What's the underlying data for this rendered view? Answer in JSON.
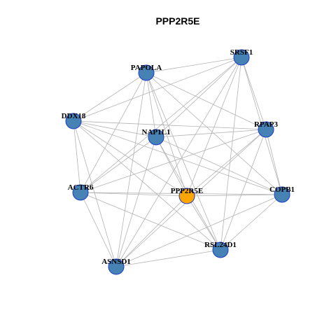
{
  "title": "PPP2R5E",
  "colors": {
    "node": "#4682b4",
    "hub": "#ffa500",
    "node_border": "#1a3ccc",
    "edge": "#b3b3b3"
  },
  "nodes": [
    {
      "id": "PPP2R5E",
      "hub": true
    },
    {
      "id": "SRSF1"
    },
    {
      "id": "PAPOLA"
    },
    {
      "id": "DDX18"
    },
    {
      "id": "NAP1L1"
    },
    {
      "id": "RPAP3"
    },
    {
      "id": "ACTR6"
    },
    {
      "id": "COPB1"
    },
    {
      "id": "RSL24D1"
    },
    {
      "id": "ASNSD1"
    }
  ],
  "edges": [
    [
      "PAPOLA",
      "SRSF1"
    ],
    [
      "PAPOLA",
      "DDX18"
    ],
    [
      "PAPOLA",
      "NAP1L1"
    ],
    [
      "PAPOLA",
      "RPAP3"
    ],
    [
      "PAPOLA",
      "ACTR6"
    ],
    [
      "PAPOLA",
      "PPP2R5E"
    ],
    [
      "PAPOLA",
      "COPB1"
    ],
    [
      "PAPOLA",
      "RSL24D1"
    ],
    [
      "PAPOLA",
      "ASNSD1"
    ],
    [
      "SRSF1",
      "DDX18"
    ],
    [
      "SRSF1",
      "NAP1L1"
    ],
    [
      "SRSF1",
      "RPAP3"
    ],
    [
      "SRSF1",
      "ACTR6"
    ],
    [
      "SRSF1",
      "PPP2R5E"
    ],
    [
      "SRSF1",
      "COPB1"
    ],
    [
      "SRSF1",
      "RSL24D1"
    ],
    [
      "SRSF1",
      "ASNSD1"
    ],
    [
      "DDX18",
      "NAP1L1"
    ],
    [
      "DDX18",
      "RPAP3"
    ],
    [
      "DDX18",
      "ACTR6"
    ],
    [
      "DDX18",
      "PPP2R5E"
    ],
    [
      "DDX18",
      "COPB1"
    ],
    [
      "DDX18",
      "RSL24D1"
    ],
    [
      "DDX18",
      "ASNSD1"
    ],
    [
      "NAP1L1",
      "RPAP3"
    ],
    [
      "NAP1L1",
      "ACTR6"
    ],
    [
      "NAP1L1",
      "PPP2R5E"
    ],
    [
      "NAP1L1",
      "COPB1"
    ],
    [
      "NAP1L1",
      "RSL24D1"
    ],
    [
      "NAP1L1",
      "ASNSD1"
    ],
    [
      "RPAP3",
      "ACTR6"
    ],
    [
      "RPAP3",
      "PPP2R5E"
    ],
    [
      "RPAP3",
      "COPB1"
    ],
    [
      "RPAP3",
      "RSL24D1"
    ],
    [
      "RPAP3",
      "ASNSD1"
    ],
    [
      "ACTR6",
      "PPP2R5E"
    ],
    [
      "ACTR6",
      "COPB1"
    ],
    [
      "ACTR6",
      "RSL24D1"
    ],
    [
      "ACTR6",
      "ASNSD1"
    ],
    [
      "PPP2R5E",
      "COPB1"
    ],
    [
      "PPP2R5E",
      "RSL24D1"
    ],
    [
      "PPP2R5E",
      "ASNSD1"
    ],
    [
      "COPB1",
      "RSL24D1"
    ],
    [
      "COPB1",
      "ASNSD1"
    ],
    [
      "RSL24D1",
      "ASNSD1"
    ]
  ]
}
